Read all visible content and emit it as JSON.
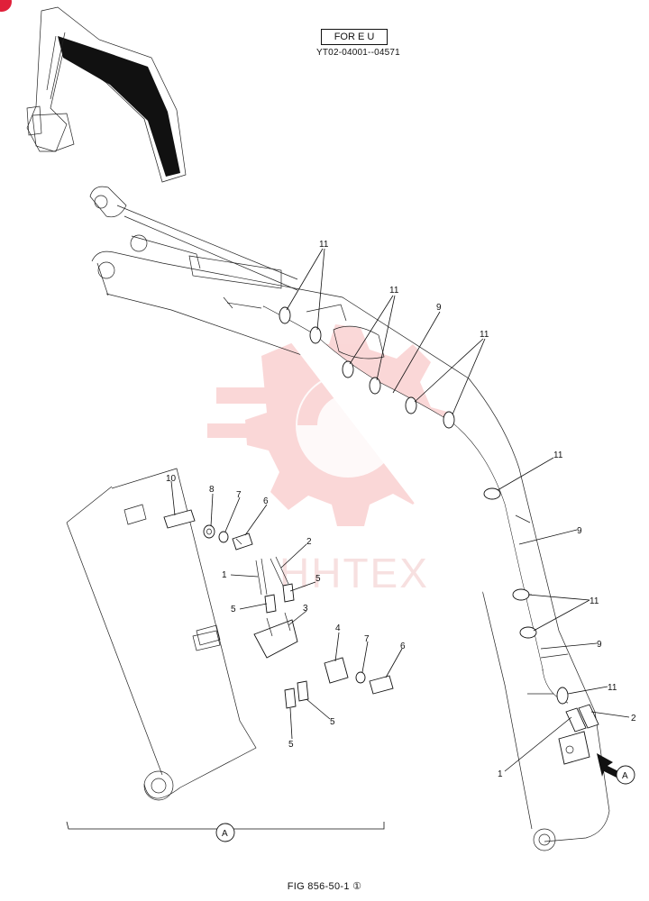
{
  "header": {
    "variant_label": "FOR E U",
    "serial_range": "YT02-04001--04571"
  },
  "figure": {
    "caption": "FIG 856-50-1 ①",
    "view_marker": "A"
  },
  "watermark": {
    "text": "HHTEX",
    "color": "#f2a0a0"
  },
  "callouts": {
    "c1a": "1",
    "c1b": "1",
    "c2a": "2",
    "c2b": "2",
    "c3": "3",
    "c4": "4",
    "c5a": "5",
    "c5b": "5",
    "c5c": "5",
    "c5d": "5",
    "c6a": "6",
    "c6b": "6",
    "c7a": "7",
    "c7b": "7",
    "c8": "8",
    "c9a": "9",
    "c9b": "9",
    "c9c": "9",
    "c10": "10",
    "c11a": "11",
    "c11b": "11",
    "c11c": "11",
    "c11d": "11",
    "c11e": "11",
    "c11f": "11"
  },
  "colors": {
    "accent_red": "#e0203a",
    "line": "#111111"
  }
}
